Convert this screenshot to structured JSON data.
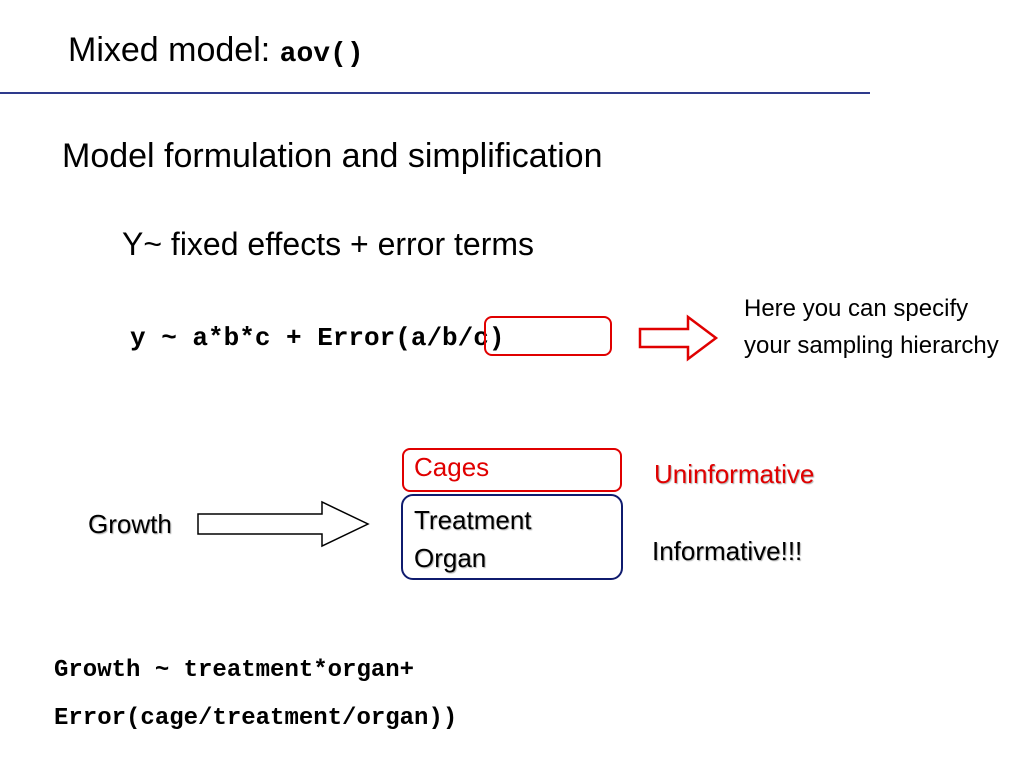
{
  "slide": {
    "title_text": "Mixed model: ",
    "title_code": "aov()",
    "subtitle": "Model formulation and simplification",
    "formula_general": "Y~ fixed effects + error terms",
    "formula_code_main": "y ~ a*b*c + Error",
    "formula_code_error": "(a/b/c)",
    "note": "Here you can specify your sampling hierarchy",
    "hierarchy": {
      "response_label": "Growth",
      "top_level": "Cages",
      "lower_levels": [
        "Treatment",
        "Organ"
      ],
      "top_level_verdict": "Uninformative",
      "lower_levels_verdict": "Informative!!!"
    },
    "example_code": {
      "line1": "Growth ~ treatment*organ+",
      "line2": "Error(cage/treatment/organ))"
    }
  },
  "colors": {
    "accent_red": "#e00000",
    "accent_navy": "#0f1b6e",
    "rule_blue": "#2e3a8c"
  },
  "icons": {
    "arrow_formula": "outline-right-arrow",
    "arrow_growth": "outline-right-arrow"
  }
}
